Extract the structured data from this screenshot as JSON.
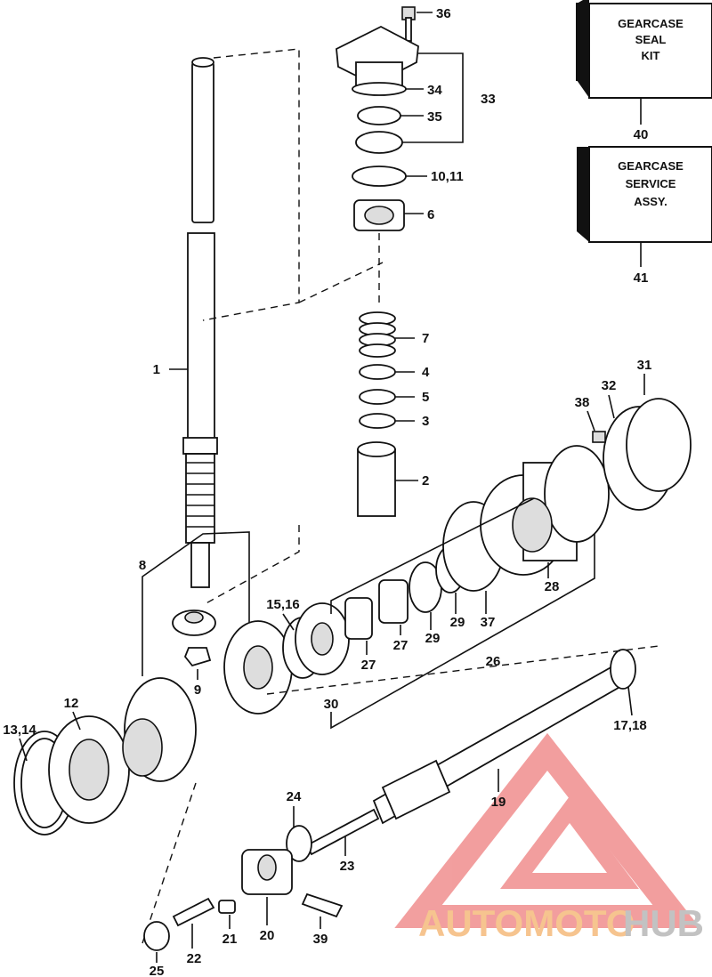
{
  "kits": [
    {
      "id": "40",
      "lines": [
        "GEARCASE",
        "SEAL",
        "KIT"
      ]
    },
    {
      "id": "41",
      "lines": [
        "GEARCASE",
        "SERVICE",
        "ASSY."
      ]
    }
  ],
  "callouts": {
    "c1": "1",
    "c2": "2",
    "c3": "3",
    "c4": "4",
    "c5": "5",
    "c6": "6",
    "c7": "7",
    "c8": "8",
    "c9": "9",
    "c10_11": "10,11",
    "c12": "12",
    "c13_14": "13,14",
    "c15_16": "15,16",
    "c17_18": "17,18",
    "c19": "19",
    "c20": "20",
    "c21": "21",
    "c22": "22",
    "c23": "23",
    "c24": "24",
    "c25": "25",
    "c26": "26",
    "c27a": "27",
    "c27b": "27",
    "c28": "28",
    "c29a": "29",
    "c29b": "29",
    "c30": "30",
    "c31": "31",
    "c32": "32",
    "c33": "33",
    "c34": "34",
    "c35": "35",
    "c36": "36",
    "c37": "37",
    "c38": "38",
    "c39": "39"
  },
  "watermark": {
    "part_a": "AUTOMOTO",
    "part_b": "HUB",
    "accent": "#e85050"
  }
}
